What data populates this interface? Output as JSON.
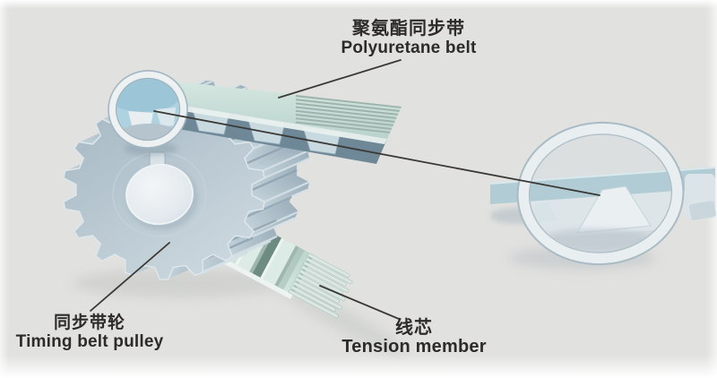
{
  "diagram": {
    "labels": {
      "belt": {
        "zh": "聚氨酯同步带",
        "en": "Polyuretane belt"
      },
      "pulley": {
        "zh": "同步带轮",
        "en": "Timing belt pulley"
      },
      "tension": {
        "zh": "线芯",
        "en": "Tension member"
      }
    },
    "colors": {
      "background": "#e1e1df",
      "pulley_face": "#b3c2cd",
      "belt_surface": "#c9dfd8",
      "leader_line": "#3b3936",
      "text": "#2d2b28"
    }
  }
}
